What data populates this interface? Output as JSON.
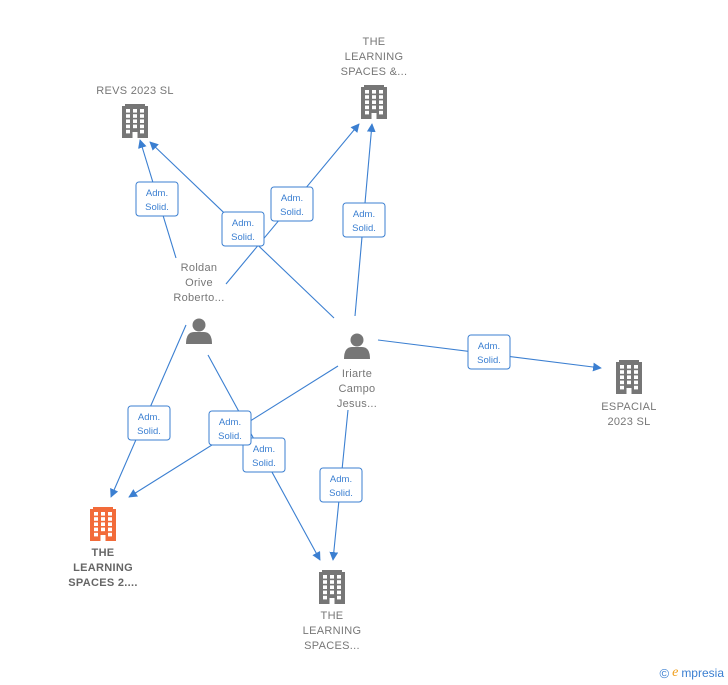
{
  "diagram": {
    "nodes": [
      {
        "id": "revs",
        "type": "company",
        "label_lines": [
          "REVS 2023  SL"
        ],
        "highlight": false
      },
      {
        "id": "tls_and",
        "type": "company",
        "label_lines": [
          "THE",
          "LEARNING",
          "SPACES &..."
        ],
        "highlight": false
      },
      {
        "id": "espacial",
        "type": "company",
        "label_lines": [
          "ESPACIAL",
          "2023  SL"
        ],
        "highlight": false
      },
      {
        "id": "tls_2",
        "type": "company",
        "label_lines": [
          "THE",
          "LEARNING",
          "SPACES 2...."
        ],
        "highlight": true
      },
      {
        "id": "tls_dots",
        "type": "company",
        "label_lines": [
          "THE",
          "LEARNING",
          "SPACES..."
        ],
        "highlight": false
      },
      {
        "id": "roldan",
        "type": "person",
        "label_lines": [
          "Roldan",
          "Orive",
          "Roberto..."
        ],
        "highlight": false
      },
      {
        "id": "iriarte",
        "type": "person",
        "label_lines": [
          "Iriarte",
          "Campo",
          "Jesus..."
        ],
        "highlight": false
      }
    ],
    "edges": [
      {
        "from": "roldan",
        "to": "revs",
        "label_lines": [
          "Adm.",
          "Solid."
        ]
      },
      {
        "from": "roldan",
        "to": "tls_and",
        "label_lines": [
          "Adm.",
          "Solid."
        ]
      },
      {
        "from": "roldan",
        "to": "tls_2",
        "label_lines": [
          "Adm.",
          "Solid."
        ]
      },
      {
        "from": "roldan",
        "to": "tls_dots",
        "label_lines": [
          "Adm.",
          "Solid."
        ]
      },
      {
        "from": "iriarte",
        "to": "revs",
        "label_lines": [
          "Adm.",
          "Solid."
        ]
      },
      {
        "from": "iriarte",
        "to": "tls_and",
        "label_lines": [
          "Adm.",
          "Solid."
        ]
      },
      {
        "from": "iriarte",
        "to": "espacial",
        "label_lines": [
          "Adm.",
          "Solid."
        ]
      },
      {
        "from": "iriarte",
        "to": "tls_2",
        "label_lines": [
          "Adm.",
          "Solid."
        ]
      },
      {
        "from": "iriarte",
        "to": "tls_dots",
        "label_lines": [
          "Adm.",
          "Solid."
        ]
      }
    ]
  },
  "colors": {
    "edge": "#3b7fd1",
    "company_icon": "#767676",
    "company_icon_highlight": "#f26b3a",
    "person_icon": "#767676",
    "label_text": "#777777"
  },
  "icons": {
    "company": "building-icon",
    "person": "person-icon",
    "copyright": "copyright-icon"
  },
  "footer": {
    "copyright_symbol": "©",
    "brand_initial": "e",
    "brand_rest": "mpresia"
  }
}
